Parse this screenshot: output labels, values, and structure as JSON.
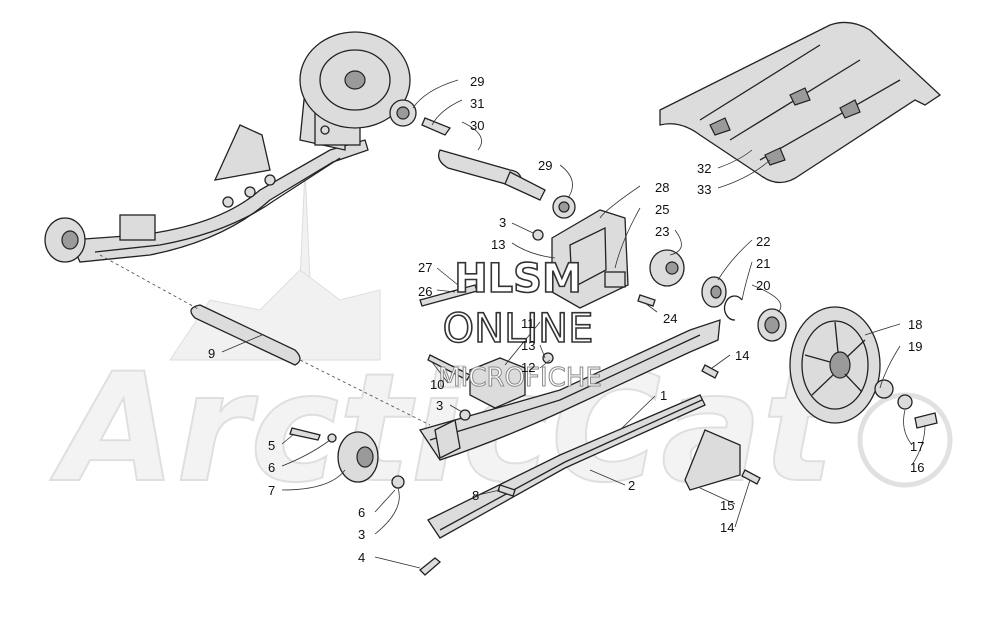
{
  "watermark": {
    "line1": "HLSM",
    "line2": "ONLINE",
    "line3": "MICROFICHE",
    "background_logo_text": "ArcticCat"
  },
  "callouts": [
    {
      "id": "c29a",
      "label": "29"
    },
    {
      "id": "c31",
      "label": "31"
    },
    {
      "id": "c30",
      "label": "30"
    },
    {
      "id": "c29b",
      "label": "29"
    },
    {
      "id": "c28",
      "label": "28"
    },
    {
      "id": "c25",
      "label": "25"
    },
    {
      "id": "c3a",
      "label": "3"
    },
    {
      "id": "c13a",
      "label": "13"
    },
    {
      "id": "c23",
      "label": "23"
    },
    {
      "id": "c22",
      "label": "22"
    },
    {
      "id": "c21",
      "label": "21"
    },
    {
      "id": "c20",
      "label": "20"
    },
    {
      "id": "c27",
      "label": "27"
    },
    {
      "id": "c26",
      "label": "26"
    },
    {
      "id": "c24",
      "label": "24"
    },
    {
      "id": "c11",
      "label": "11"
    },
    {
      "id": "c13b",
      "label": "13"
    },
    {
      "id": "c12",
      "label": "12"
    },
    {
      "id": "c10",
      "label": "10"
    },
    {
      "id": "c14a",
      "label": "14"
    },
    {
      "id": "c9",
      "label": "9"
    },
    {
      "id": "c18",
      "label": "18"
    },
    {
      "id": "c19",
      "label": "19"
    },
    {
      "id": "c1",
      "label": "1"
    },
    {
      "id": "c3b",
      "label": "3"
    },
    {
      "id": "c5",
      "label": "5"
    },
    {
      "id": "c6a",
      "label": "6"
    },
    {
      "id": "c7",
      "label": "7"
    },
    {
      "id": "c17",
      "label": "17"
    },
    {
      "id": "c16",
      "label": "16"
    },
    {
      "id": "c2",
      "label": "2"
    },
    {
      "id": "c8",
      "label": "8"
    },
    {
      "id": "c15",
      "label": "15"
    },
    {
      "id": "c14b",
      "label": "14"
    },
    {
      "id": "c6b",
      "label": "6"
    },
    {
      "id": "c3c",
      "label": "3"
    },
    {
      "id": "c4",
      "label": "4"
    },
    {
      "id": "c32",
      "label": "32"
    },
    {
      "id": "c33",
      "label": "33"
    }
  ]
}
